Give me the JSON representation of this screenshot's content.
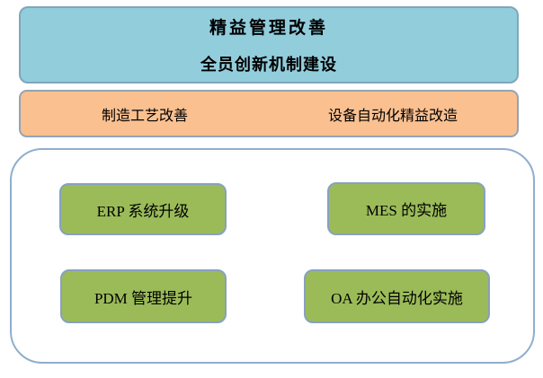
{
  "diagram": {
    "top_banner": {
      "line1": "精益管理改善",
      "line2": "全员创新机制建设"
    },
    "middle_banner": {
      "left_item": "制造工艺改善",
      "right_item": "设备自动化精益改造"
    },
    "bottom_panel": {
      "boxes": [
        "ERP 系统升级",
        "MES 的实施",
        "PDM 管理提升",
        "OA 办公自动化实施"
      ]
    }
  },
  "colors": {
    "top_banner_fill": "#92CDDC",
    "top_banner_border": "#7EA7BC",
    "middle_banner_fill": "#FAC090",
    "middle_banner_border": "#93A3B8",
    "process_box_fill": "#9BBB59",
    "process_box_border": "#87A1BF",
    "panel_border": "#8FAECE",
    "text": "#000000"
  }
}
